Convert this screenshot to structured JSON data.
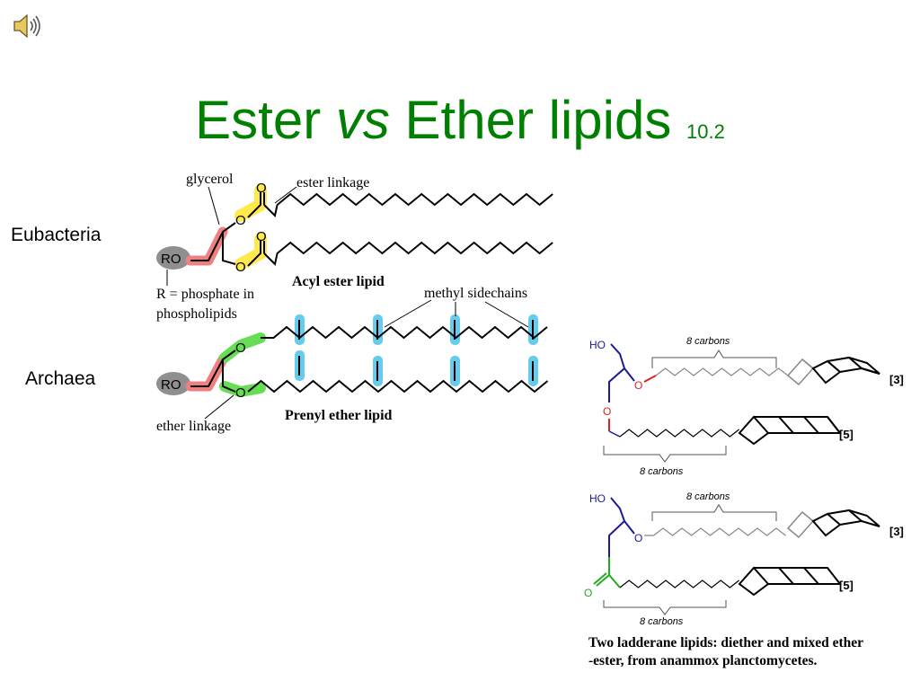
{
  "slide": {
    "title": {
      "part1": "Ester",
      "part2": "vs",
      "part3": "Ether lipids",
      "number": "10.2"
    },
    "labels": {
      "eubacteria": "Eubacteria",
      "archaea": "Archaea"
    },
    "colors": {
      "title": "#008000",
      "glycerol_highlight": "#f08080",
      "ester_highlight": "#ffe94d",
      "ether_highlight": "#66dd55",
      "methyl_highlight": "#66ccee",
      "r_group_highlight": "#8f8f8f",
      "ladderane_blue": "#1a1a99",
      "ladderane_red": "#dd2222",
      "ladderane_green": "#22aa22"
    }
  },
  "left_figure": {
    "glycerol": "glycerol",
    "ester_linkage": "ester linkage",
    "acyl_ester_lipid": "Acyl ester lipid",
    "r_note_line1": "R = phosphate in",
    "r_note_line2": "phospholipids",
    "methyl_sidechains": "methyl sidechains",
    "ether_linkage": "ether linkage",
    "prenyl_ether_lipid": "Prenyl ether lipid",
    "ro": "RO",
    "o": "O"
  },
  "right_figure": {
    "ho": "HO",
    "o": "O",
    "eight_carbons": "8 carbons",
    "tag_3": "[3]",
    "tag_5": "[5]",
    "caption_line1": "Two ladderane lipids: diether and mixed ether",
    "caption_line2": "-ester, from anammox planctomycetes."
  }
}
